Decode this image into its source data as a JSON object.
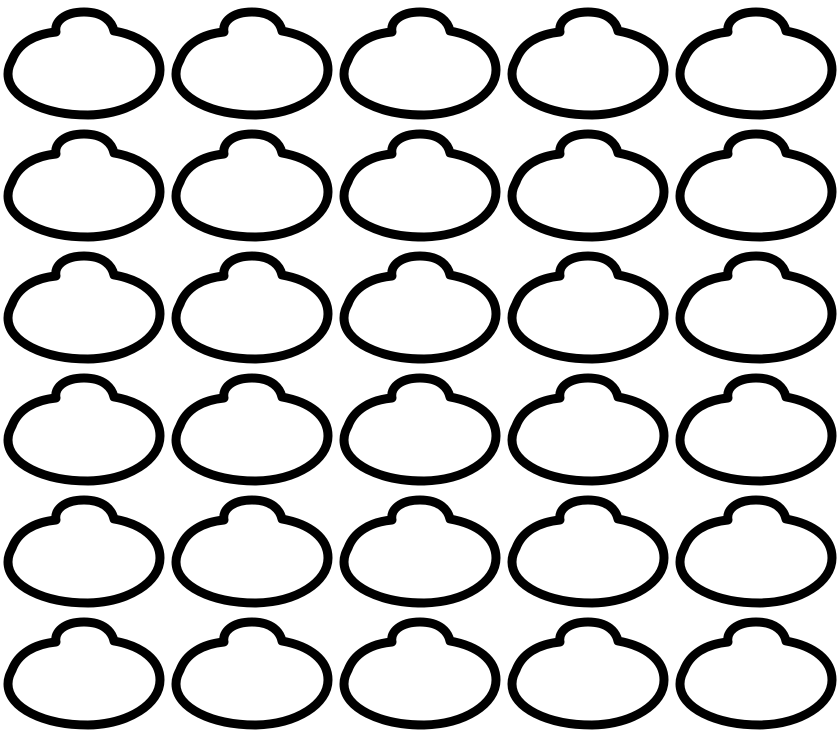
{
  "grid": {
    "rows": 6,
    "columns": 5,
    "shape": "cloud-bump-outline",
    "count": 30
  },
  "colors": {
    "background": "#ffffff",
    "outline": "#000000",
    "fill": "#ffffff"
  }
}
